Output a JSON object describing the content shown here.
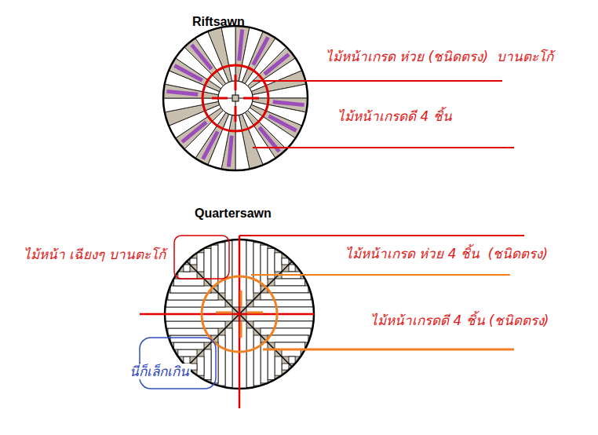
{
  "diagram": {
    "labels": [
      "Riftsawn",
      "ไม้หน้าเกรด ห่วย (ชนิดตรง)  บานตะโก้",
      "ไม้หน้าเกรดดี 4 ชิ้น",
      "Quartersawn",
      "ไม้หน้า เฉียงๆ บานตะโก้",
      "ไม้หน้าเกรด ห่วย 4 ชิ้น  (ชนิดตรง)",
      "ไม้หน้าเกรดดี 4 ชิ้น (ชนิดตรง)",
      "นี่ก็เล็กเกิน"
    ]
  }
}
